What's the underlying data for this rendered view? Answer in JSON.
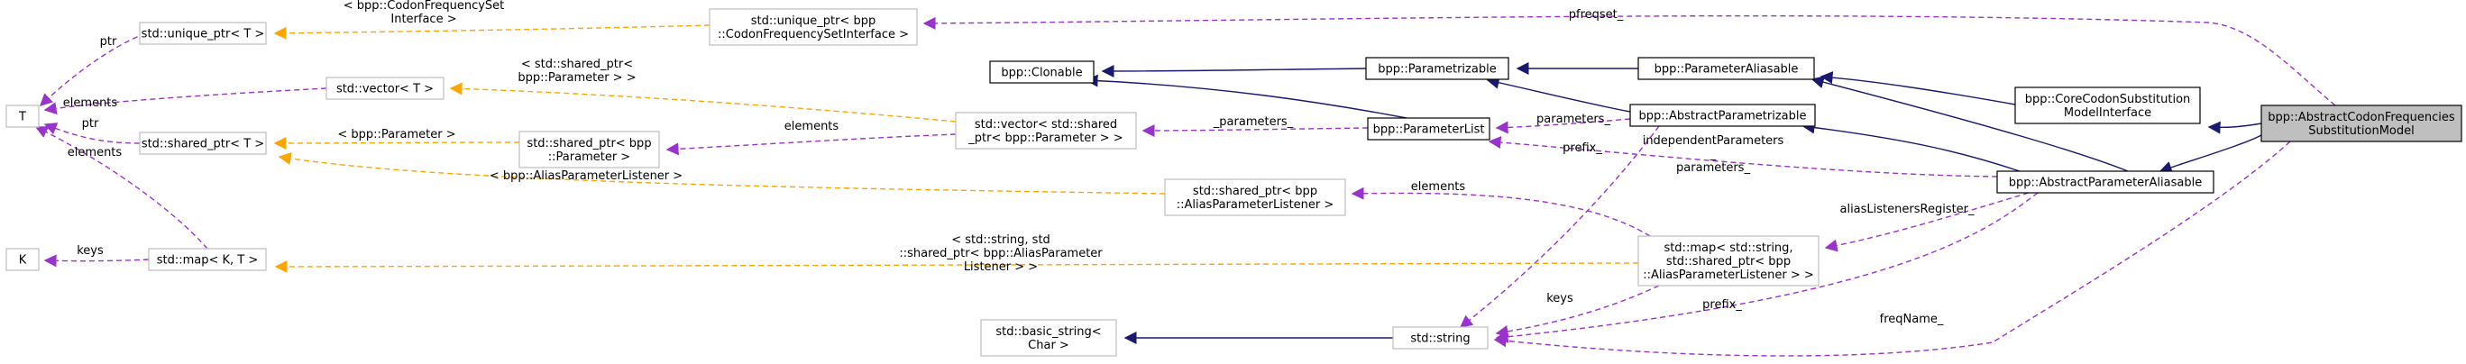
{
  "diagram": {
    "nodes": [
      {
        "id": "focus",
        "lines": [
          "bpp::AbstractCodonFrequencies",
          "SubstitutionModel"
        ],
        "kind": "focus"
      },
      {
        "id": "coreCodon",
        "lines": [
          "bpp::CoreCodonSubstitution",
          "ModelInterface"
        ],
        "kind": "main"
      },
      {
        "id": "absParamAliasable",
        "lines": [
          "bpp::AbstractParameterAliasable"
        ],
        "kind": "main"
      },
      {
        "id": "paramAliasable",
        "lines": [
          "bpp::ParameterAliasable"
        ],
        "kind": "main"
      },
      {
        "id": "absParametrizable",
        "lines": [
          "bpp::AbstractParametrizable"
        ],
        "kind": "main"
      },
      {
        "id": "parametrizable",
        "lines": [
          "bpp::Parametrizable"
        ],
        "kind": "main"
      },
      {
        "id": "clonable",
        "lines": [
          "bpp::Clonable"
        ],
        "kind": "main"
      },
      {
        "id": "paramList",
        "lines": [
          "bpp::ParameterList"
        ],
        "kind": "main"
      },
      {
        "id": "uptrCodon",
        "lines": [
          "std::unique_ptr< bpp",
          "::CodonFrequencySetInterface >"
        ],
        "kind": "tmpl"
      },
      {
        "id": "uptrT",
        "lines": [
          "std::unique_ptr< T >"
        ],
        "kind": "tmpl"
      },
      {
        "id": "vectorT",
        "lines": [
          "std::vector< T >"
        ],
        "kind": "tmpl"
      },
      {
        "id": "vectorShared",
        "lines": [
          "std::vector< std::shared",
          "_ptr< bpp::Parameter > >"
        ],
        "kind": "tmpl"
      },
      {
        "id": "sharedT",
        "lines": [
          "std::shared_ptr< T >"
        ],
        "kind": "tmpl"
      },
      {
        "id": "sharedParam",
        "lines": [
          "std::shared_ptr< bpp",
          "::Parameter >"
        ],
        "kind": "tmpl"
      },
      {
        "id": "sharedAlias",
        "lines": [
          "std::shared_ptr< bpp",
          "::AliasParameterListener >"
        ],
        "kind": "tmpl"
      },
      {
        "id": "T",
        "lines": [
          "T"
        ],
        "kind": "tmpl"
      },
      {
        "id": "K",
        "lines": [
          "K"
        ],
        "kind": "tmpl"
      },
      {
        "id": "mapKT",
        "lines": [
          "std::map< K, T >"
        ],
        "kind": "tmpl"
      },
      {
        "id": "mapString",
        "lines": [
          "std::map< std::string,",
          "std::shared_ptr< bpp",
          "::AliasParameterListener > >"
        ],
        "kind": "tmpl"
      },
      {
        "id": "basicString",
        "lines": [
          "std::basic_string<",
          "Char >"
        ],
        "kind": "tmpl"
      },
      {
        "id": "string",
        "lines": [
          "std::string"
        ],
        "kind": "tmpl"
      }
    ],
    "edges": [
      {
        "id": "e1",
        "kind": "inherit",
        "labels": []
      },
      {
        "id": "e2",
        "kind": "inherit",
        "labels": []
      },
      {
        "id": "e3",
        "kind": "inherit",
        "labels": []
      },
      {
        "id": "e4",
        "kind": "inherit",
        "labels": []
      },
      {
        "id": "e5",
        "kind": "inherit",
        "labels": []
      },
      {
        "id": "e6",
        "kind": "inherit",
        "labels": []
      },
      {
        "id": "e7",
        "kind": "inherit",
        "labels": []
      },
      {
        "id": "e8",
        "kind": "inherit",
        "labels": []
      },
      {
        "id": "e9",
        "kind": "inherit",
        "labels": []
      },
      {
        "id": "e10",
        "kind": "usage",
        "labels": [
          "pfreqset_"
        ]
      },
      {
        "id": "e11",
        "kind": "usage",
        "labels": [
          "freqName_"
        ]
      },
      {
        "id": "e12",
        "kind": "usage",
        "labels": [
          "independentParameters",
          "_",
          "parameters_"
        ]
      },
      {
        "id": "e13",
        "kind": "usage",
        "labels": [
          "parameters_"
        ]
      },
      {
        "id": "e14",
        "kind": "usage",
        "labels": [
          "prefix_"
        ]
      },
      {
        "id": "e15",
        "kind": "usage",
        "labels": [
          "prefix_"
        ]
      },
      {
        "id": "e16",
        "kind": "usage",
        "labels": [
          "aliasListenersRegister_"
        ]
      },
      {
        "id": "e17",
        "kind": "usage",
        "labels": [
          "keys"
        ]
      },
      {
        "id": "e18",
        "kind": "usage",
        "labels": [
          "elements"
        ]
      },
      {
        "id": "e19",
        "kind": "usage",
        "labels": [
          "_parameters_"
        ]
      },
      {
        "id": "e20",
        "kind": "usage",
        "labels": [
          "elements"
        ]
      },
      {
        "id": "e21",
        "kind": "usage",
        "labels": [
          "ptr"
        ]
      },
      {
        "id": "e22",
        "kind": "usage",
        "labels": [
          "ptr"
        ]
      },
      {
        "id": "e23",
        "kind": "usage",
        "labels": [
          "elements"
        ]
      },
      {
        "id": "e24",
        "kind": "usage",
        "labels": [
          "elements"
        ]
      },
      {
        "id": "e25",
        "kind": "usage",
        "labels": [
          "keys"
        ]
      },
      {
        "id": "e26",
        "kind": "tmpl",
        "labels": [
          "< bpp::CodonFrequencySet",
          "Interface >"
        ]
      },
      {
        "id": "e27",
        "kind": "tmpl",
        "labels": [
          "< std::shared_ptr<",
          "bpp::Parameter > >"
        ]
      },
      {
        "id": "e28",
        "kind": "tmpl",
        "labels": [
          "< bpp::Parameter >"
        ]
      },
      {
        "id": "e29",
        "kind": "tmpl",
        "labels": [
          "< bpp::AliasParameterListener >"
        ]
      },
      {
        "id": "e30",
        "kind": "tmpl",
        "labels": [
          "< std::string, std",
          "::shared_ptr< bpp::AliasParameter",
          "Listener > >"
        ]
      },
      {
        "id": "e31",
        "kind": "inherit",
        "labels": []
      }
    ]
  },
  "colors": {
    "inherit": "#191970",
    "usage": "#9a32cd",
    "template": "#ffa500",
    "focus_fill": "#bfbfbf",
    "template_border": "#bfbfbf"
  }
}
